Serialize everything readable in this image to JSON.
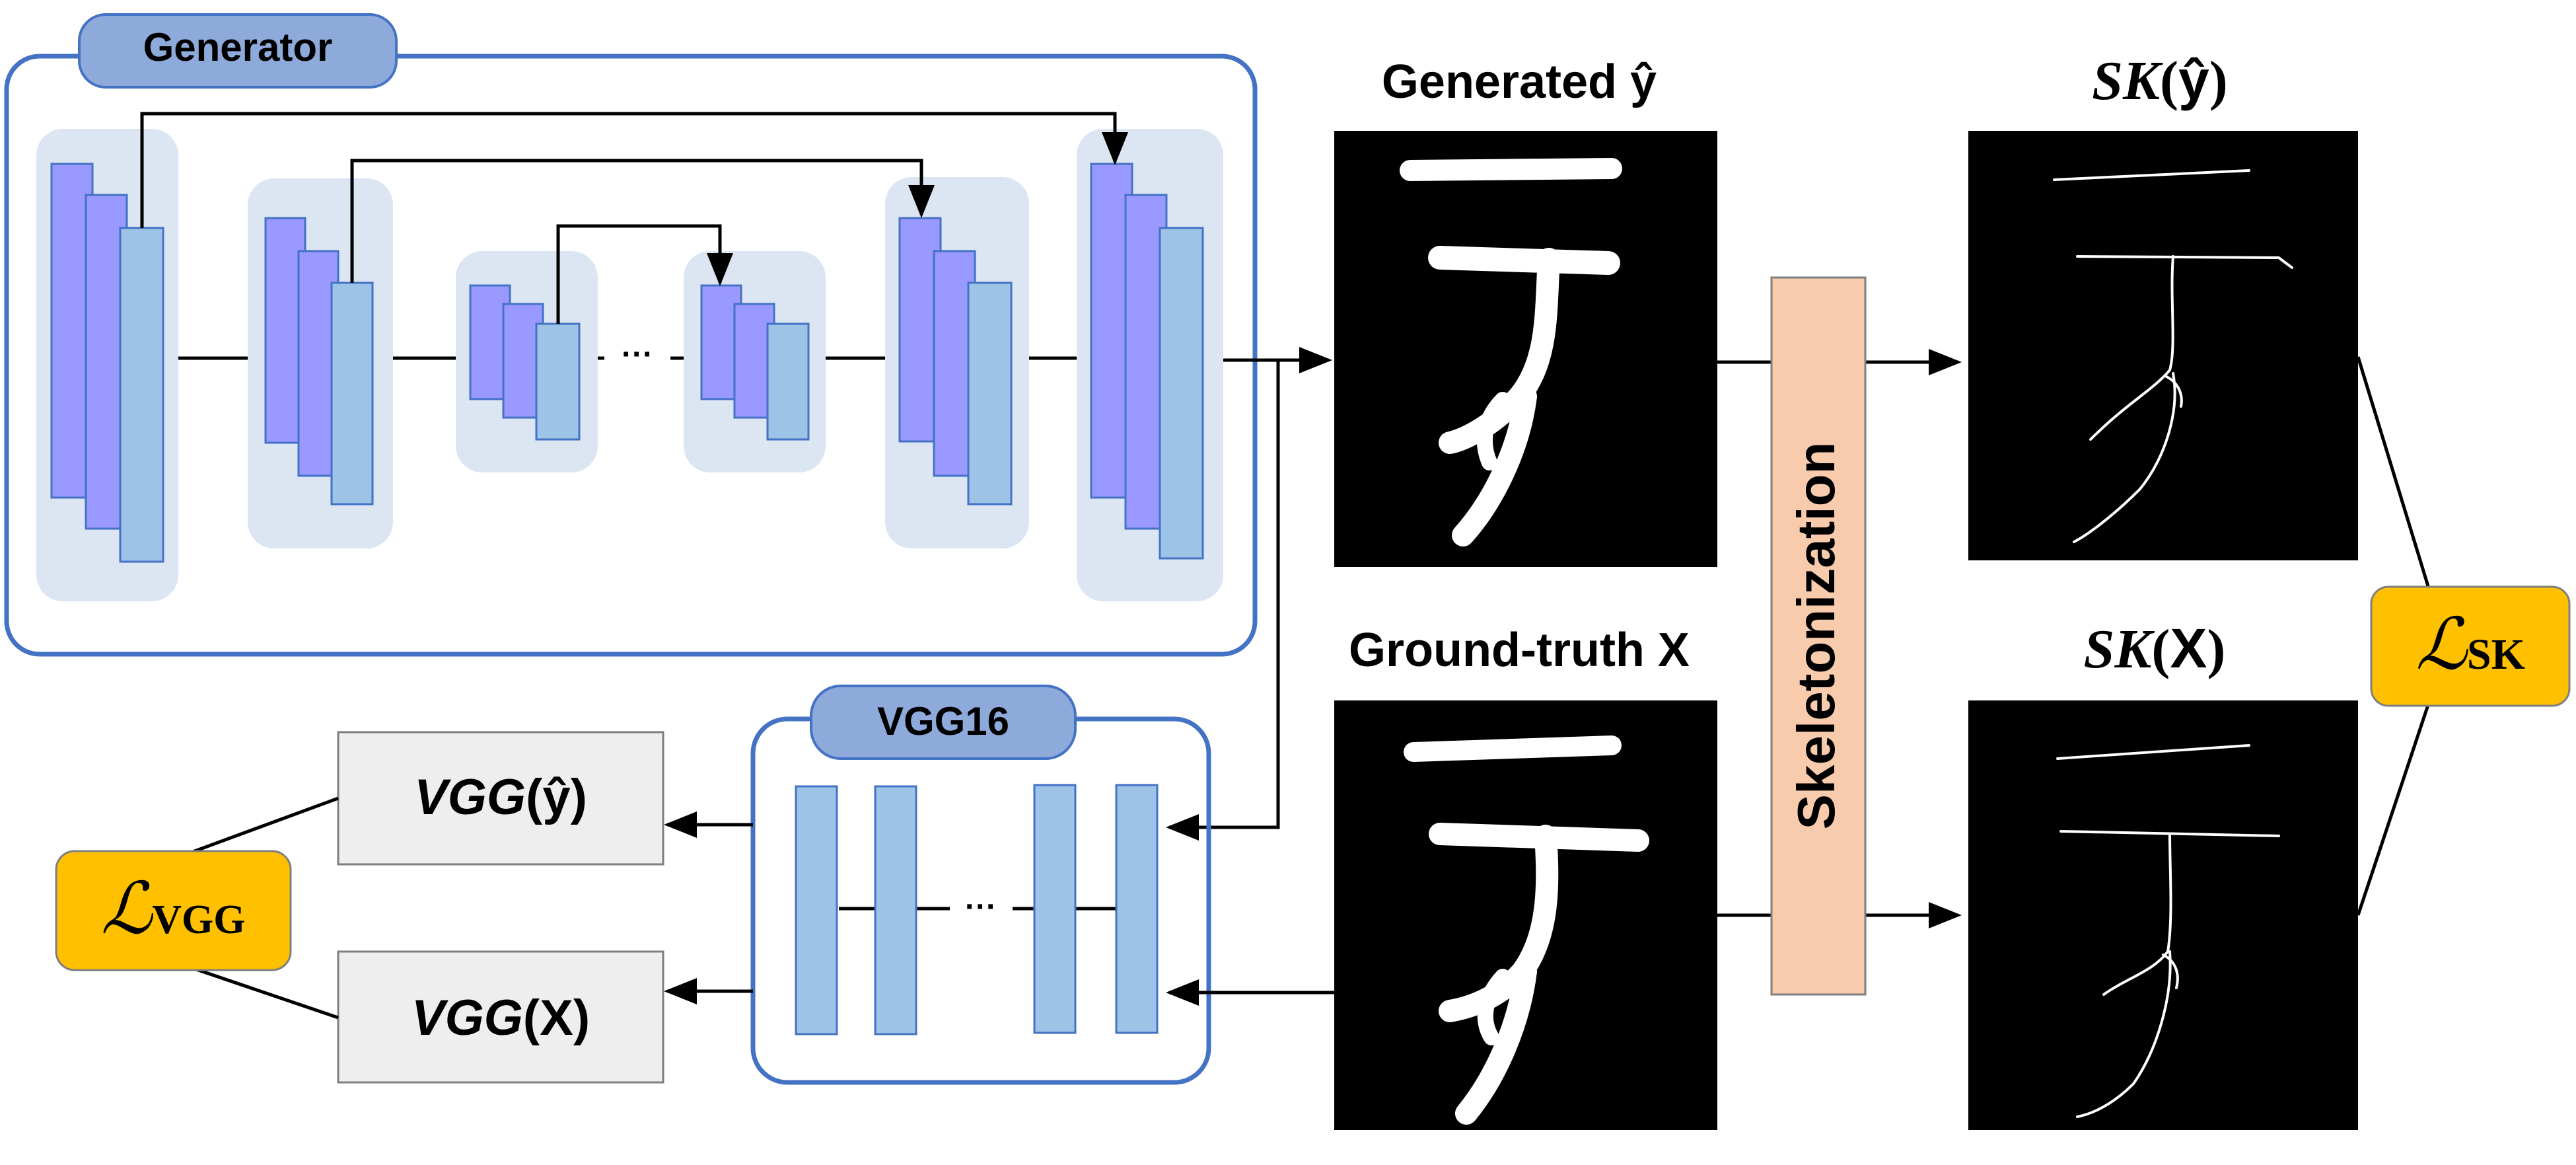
{
  "generator": {
    "label": "Generator",
    "skip_dots": "···"
  },
  "vgg_block": {
    "label": "VGG16",
    "dots": "···"
  },
  "images": {
    "generated_title_text": "Generated ",
    "generated_title_symbol": "ŷ",
    "ground_truth_title": "Ground-truth X",
    "sk_generated_fn": "SK",
    "sk_generated_arg": "ŷ",
    "sk_gt_fn": "SK",
    "sk_gt_arg": "X"
  },
  "skeletonization": {
    "label": "Skeletonization"
  },
  "vgg_outputs": {
    "generated_fn": "VGG",
    "generated_arg": "ŷ",
    "gt_fn": "VGG",
    "gt_arg": "X"
  },
  "losses": {
    "vgg_symbol": "ℒ",
    "vgg_subscript": "VGG",
    "sk_symbol": "ℒ",
    "sk_subscript": "SK"
  },
  "colors": {
    "block_bg": "#dce6f2",
    "blue_frame": "#4472c4",
    "label_pill": "#8eaadb",
    "layer_purple": "#9999ff",
    "layer_blue": "#9dc3e6",
    "skeleton_box": "#f8cbad",
    "loss_box": "#ffc000",
    "output_box": "#eeeeee"
  }
}
